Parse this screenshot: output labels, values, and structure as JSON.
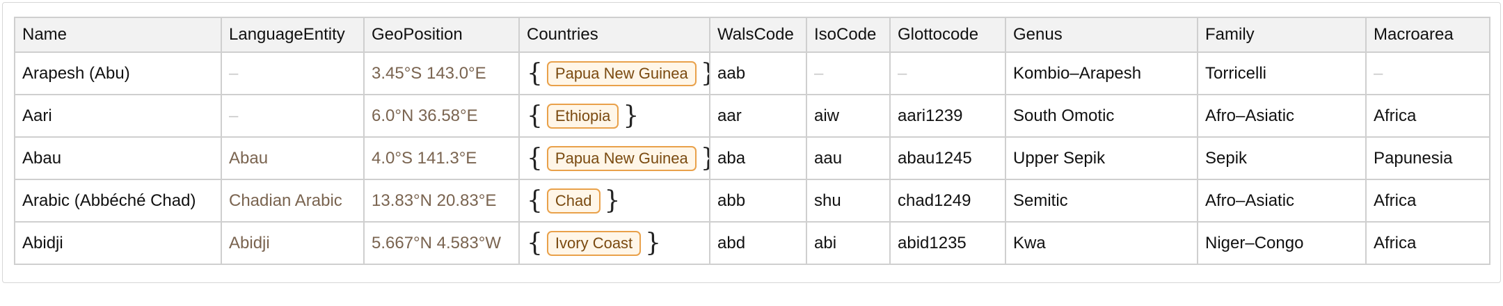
{
  "columns": [
    "Name",
    "LanguageEntity",
    "GeoPosition",
    "Countries",
    "WalsCode",
    "IsoCode",
    "Glottocode",
    "Genus",
    "Family",
    "Macroarea"
  ],
  "missing_symbol": "–",
  "rows": [
    {
      "name": "Arapesh (Abu)",
      "entity": "–",
      "geo": "3.45°S 143.0°E",
      "country": "Papua New Guinea",
      "wals": "aab",
      "iso": "–",
      "glotto": "–",
      "genus": "Kombio–Arapesh",
      "family": "Torricelli",
      "macroarea": "–"
    },
    {
      "name": "Aari",
      "entity": "–",
      "geo": "6.0°N 36.58°E",
      "country": "Ethiopia",
      "wals": "aar",
      "iso": "aiw",
      "glotto": "aari1239",
      "genus": "South Omotic",
      "family": "Afro–Asiatic",
      "macroarea": "Africa"
    },
    {
      "name": "Abau",
      "entity": "Abau",
      "geo": "4.0°S 141.3°E",
      "country": "Papua New Guinea",
      "wals": "aba",
      "iso": "aau",
      "glotto": "abau1245",
      "genus": "Upper Sepik",
      "family": "Sepik",
      "macroarea": "Papunesia"
    },
    {
      "name": "Arabic (Abbéché Chad)",
      "entity": "Chadian Arabic",
      "geo": "13.83°N 20.83°E",
      "country": "Chad",
      "wals": "abb",
      "iso": "shu",
      "glotto": "chad1249",
      "genus": "Semitic",
      "family": "Afro–Asiatic",
      "macroarea": "Africa"
    },
    {
      "name": "Abidji",
      "entity": "Abidji",
      "geo": "5.667°N 4.583°W",
      "country": "Ivory Coast",
      "wals": "abd",
      "iso": "abi",
      "glotto": "abid1235",
      "genus": "Kwa",
      "family": "Niger–Congo",
      "macroarea": "Africa"
    }
  ],
  "colors": {
    "entity_text": "#7a6450",
    "missing_text": "#c8c8c8",
    "chip_border": "#e9a14a",
    "chip_fill": "#fff6e8",
    "chip_text": "#7a4a10",
    "header_fill": "#f2f2f2",
    "grid_line": "#cfcfcf"
  }
}
